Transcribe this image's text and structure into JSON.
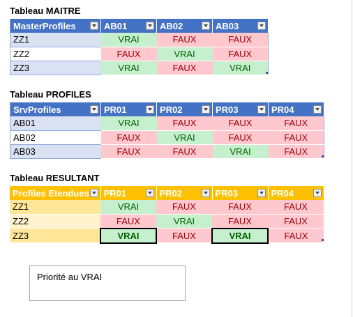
{
  "tables": [
    {
      "title": "Tableau MAITRE",
      "headers": [
        "MasterProfiles",
        "AB01",
        "AB02",
        "AB03"
      ],
      "rows": [
        {
          "label": "ZZ1",
          "cells": [
            "VRAI",
            "FAUX",
            "FAUX"
          ]
        },
        {
          "label": "ZZ2",
          "cells": [
            "FAUX",
            "VRAI",
            "FAUX"
          ]
        },
        {
          "label": "ZZ3",
          "cells": [
            "VRAI",
            "FAUX",
            "VRAI"
          ]
        }
      ]
    },
    {
      "title": "Tableau PROFILES",
      "headers": [
        "SrvProfiles",
        "PR01",
        "PR02",
        "PR03",
        "PR04"
      ],
      "rows": [
        {
          "label": "AB01",
          "cells": [
            "VRAI",
            "FAUX",
            "FAUX",
            "FAUX"
          ]
        },
        {
          "label": "AB02",
          "cells": [
            "FAUX",
            "VRAI",
            "FAUX",
            "FAUX"
          ]
        },
        {
          "label": "AB03",
          "cells": [
            "FAUX",
            "FAUX",
            "VRAI",
            "FAUX"
          ]
        }
      ]
    },
    {
      "title": "Tableau RESULTANT",
      "headers": [
        "Profiles Etendues",
        "PR01",
        "PR02",
        "PR03",
        "PR04"
      ],
      "rows": [
        {
          "label": "ZZ1",
          "cells": [
            "VRAI",
            "FAUX",
            "FAUX",
            "FAUX"
          ]
        },
        {
          "label": "ZZ2",
          "cells": [
            "FAUX",
            "VRAI",
            "FAUX",
            "FAUX"
          ]
        },
        {
          "label": "ZZ3",
          "cells": [
            "VRAI",
            "FAUX",
            "VRAI",
            "FAUX"
          ]
        }
      ]
    }
  ],
  "textbox": {
    "text": "Priorité au VRAI"
  },
  "colors": {
    "true_fill": "#c6efce",
    "false_fill": "#ffc7ce",
    "header_blue": "#4472c4",
    "header_orange": "#ffc000"
  }
}
